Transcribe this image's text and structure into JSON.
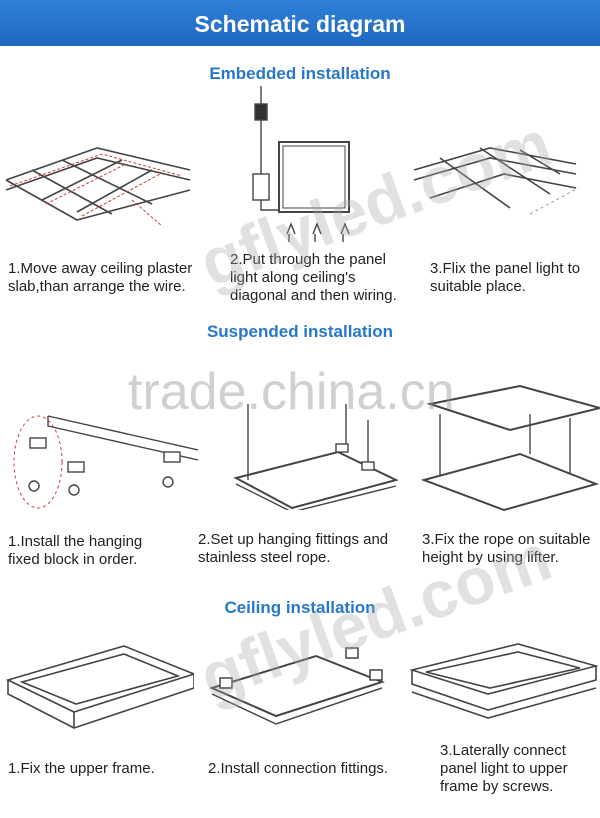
{
  "header": {
    "title": "Schematic diagram"
  },
  "sections": [
    {
      "title": "Embedded installation",
      "steps": [
        "1.Move away ceiling plaster\nslab,than arrange the wire.",
        "2.Put through the panel\nlight along ceiling's\ndiagonal and then wiring.",
        "3.Flix the panel light to\nsuitable place."
      ]
    },
    {
      "title": "Suspended installation",
      "steps": [
        "1.Install the hanging\nfixed block in order.",
        "2.Set up hanging fittings and\nstainless steel rope.",
        "3.Fix the rope on suitable\nheight by using lifter."
      ]
    },
    {
      "title": "Ceiling installation",
      "steps": [
        "1.Fix the upper frame.",
        "2.Install connection fittings.",
        "3.Laterally connect\npanel light to upper\nframe by screws."
      ]
    }
  ],
  "watermarks": {
    "top": "gflyled.com",
    "middle": "trade.china.cn",
    "bottom": "gflyled.com"
  },
  "colors": {
    "banner": "#1f68c2",
    "section_title": "#2778c9",
    "line_art": "#333333",
    "accent_red": "#d23a3a"
  }
}
